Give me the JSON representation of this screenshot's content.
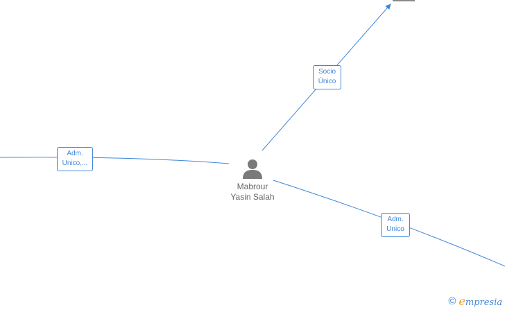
{
  "person": {
    "name_line1": "Mabrour",
    "name_line2": "Yasin Salah"
  },
  "edges": [
    {
      "label_line1": "Socio",
      "label_line2": "Único"
    },
    {
      "label_line1": "Adm.",
      "label_line2": "Unico,..."
    },
    {
      "label_line1": "Adm.",
      "label_line2": "Unico"
    }
  ],
  "brand": {
    "copyright_symbol": "©",
    "logo_initial": "e",
    "logo_rest": "mpresia"
  },
  "colors": {
    "link": "#3f86d9",
    "person_icon": "#7a7a7a",
    "logo_accent": "#f29a1f"
  }
}
